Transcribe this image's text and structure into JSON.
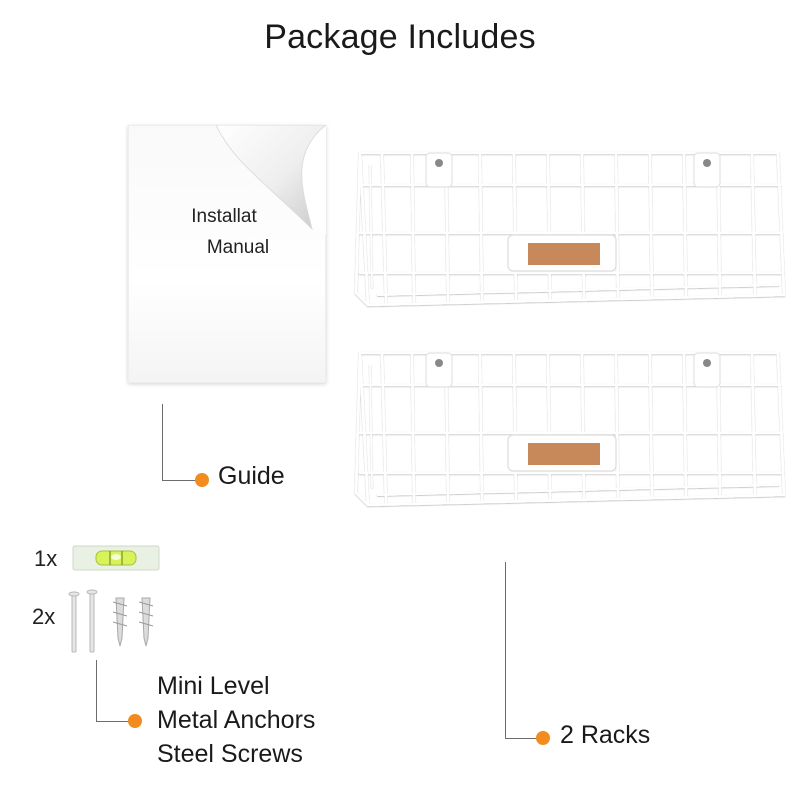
{
  "header": {
    "title": "Package Includes"
  },
  "manual": {
    "text_line1": "Installat",
    "text_line2": "Manual"
  },
  "callouts": {
    "guide": "Guide",
    "racks": "2 Racks",
    "hardware": [
      "Mini Level",
      "Metal Anchors",
      "Steel Screws"
    ]
  },
  "quantities": {
    "level": "1x",
    "screws": "2x"
  },
  "colors": {
    "accent_dot": "#f28c1e",
    "connector_line": "#6d6d6d",
    "basket_wire": "#ffffff",
    "tag": "#c8895a"
  }
}
